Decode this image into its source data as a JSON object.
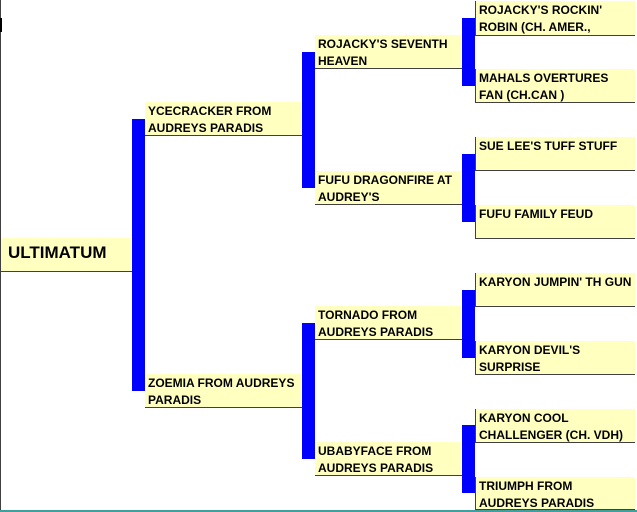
{
  "pedigree": {
    "subject": "ULTIMATUM",
    "sire": "YCECRACKER FROM AUDREYS PARADIS",
    "dam": "ZOEMIA FROM AUDREYS PARADIS",
    "sire_sire": "ROJACKY'S SEVENTH HEAVEN",
    "sire_dam": "FUFU DRAGONFIRE AT AUDREY'S",
    "dam_sire": "TORNADO FROM AUDREYS PARADIS",
    "dam_dam": "UBABYFACE FROM AUDREYS PARADIS",
    "ss_sire": "ROJACKY'S ROCKIN' ROBIN (CH. AMER.,",
    "ss_dam": "MAHALS OVERTURES FAN (CH.CAN )",
    "sd_sire": "SUE LEE'S TUFF STUFF",
    "sd_dam": "FUFU FAMILY FEUD",
    "ds_sire": "KARYON JUMPIN' TH GUN",
    "ds_dam": "KARYON DEVIL'S SURPRISE",
    "dd_sire": "KARYON COOL CHALLENGER (CH. VDH)",
    "dd_dam": "TRIUMPH FROM AUDREYS PARADIS"
  },
  "colors": {
    "box_fill": "#ffffc0",
    "connector": "#0000ff",
    "text": "#000000"
  }
}
